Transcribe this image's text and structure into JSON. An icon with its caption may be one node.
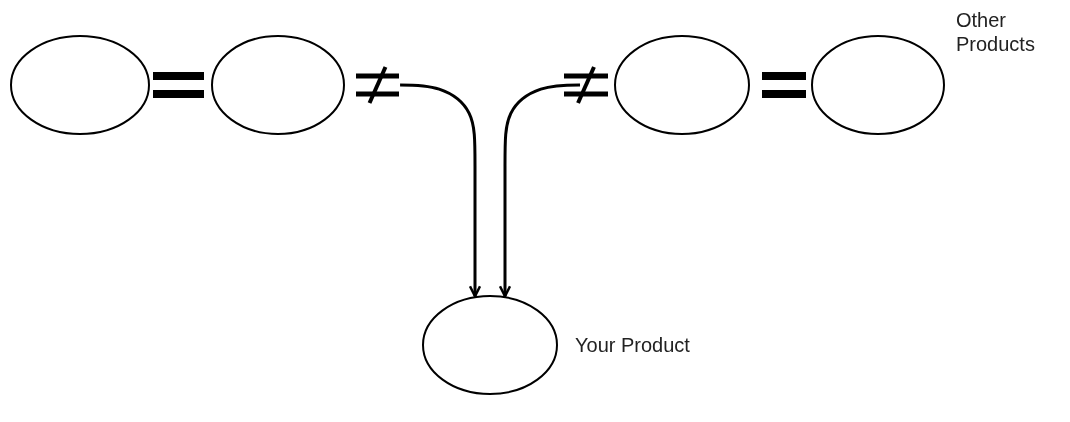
{
  "diagram": {
    "nodes": [
      {
        "text": [],
        "shape": "circle"
      },
      {
        "text": [],
        "shape": "circle"
      },
      {
        "text": [],
        "shape": "circle"
      },
      {
        "text": [],
        "shape": "circle",
        "beside": [
          "Other Products"
        ]
      },
      {
        "text": [],
        "shape": "circle",
        "beside": [
          "Your Product"
        ]
      }
    ],
    "edges": [
      {
        "from": 1,
        "to": 4,
        "arrow": "to"
      },
      {
        "from": 2,
        "to": 4,
        "arrow": "to"
      }
    ]
  }
}
